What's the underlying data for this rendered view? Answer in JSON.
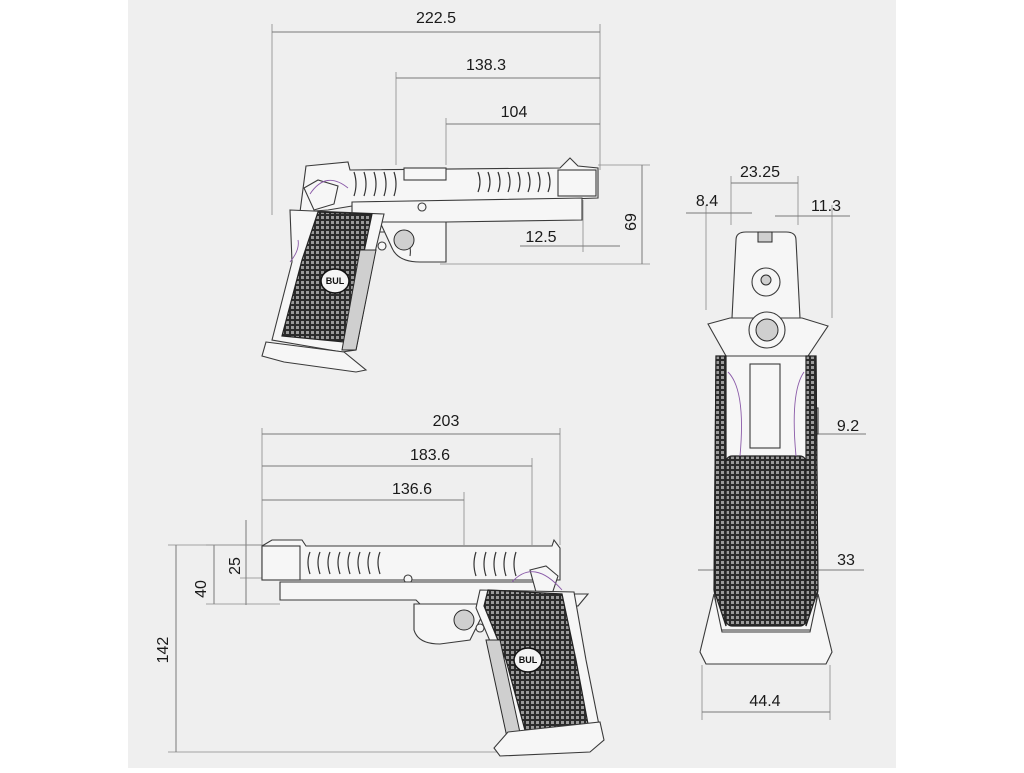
{
  "colors": {
    "background": "#efefef",
    "line": "#3a3a3a",
    "accent": "#8a5aa8"
  },
  "top_view": {
    "dims": {
      "overall_length": "222.5",
      "slide_to_muzzle": "138.3",
      "rear_to_muzzle": "104",
      "muzzle_offset": "12.5",
      "height": "69"
    },
    "logo": "BUL"
  },
  "front_view": {
    "dims": {
      "slide_width": "23.25",
      "left_offset": "8.4",
      "right_offset": "11.3",
      "grip_side": "9.2",
      "grip_width": "33",
      "magwell_width": "44.4"
    }
  },
  "bottom_view": {
    "dims": {
      "overall_length": "203",
      "length_2": "183.6",
      "length_3": "136.6",
      "slide_height": "25",
      "frame_height": "40",
      "total_height": "142"
    },
    "logo": "BUL"
  }
}
